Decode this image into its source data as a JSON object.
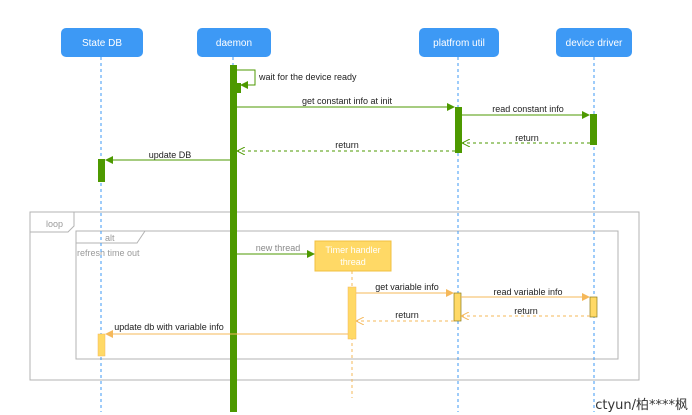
{
  "participants": [
    {
      "id": "state_db",
      "label": "State DB"
    },
    {
      "id": "daemon",
      "label": "daemon"
    },
    {
      "id": "platform_util",
      "label": "platfrom util"
    },
    {
      "id": "device_driver",
      "label": "device driver"
    }
  ],
  "timer_box": {
    "line1": "Timer handler",
    "line2": "thread"
  },
  "fragments": {
    "loop": "loop",
    "alt_label": "alt",
    "alt_guard": "refresh time out"
  },
  "messages": {
    "wait_ready": "wait for the device ready",
    "get_constant": "get constant info at init",
    "read_constant": "read constant info",
    "return_driver_1": "return",
    "return_util_1": "return",
    "update_db": "update DB",
    "new_thread": "new thread",
    "get_variable": "get variable info",
    "read_variable": "read variable info",
    "return_driver_2": "return",
    "return_util_2": "return",
    "update_db_variable": "update db with variable info"
  },
  "colors": {
    "header_blue": "#3d99f5",
    "active_green": "#4d9900",
    "active_yellow": "#ffd966",
    "active_yellow_border": "#c9a233",
    "arrow_yellow": "#f5b85a",
    "fragment_gray": "#b3b3b3"
  },
  "watermark": "ctyun/柏****枫"
}
